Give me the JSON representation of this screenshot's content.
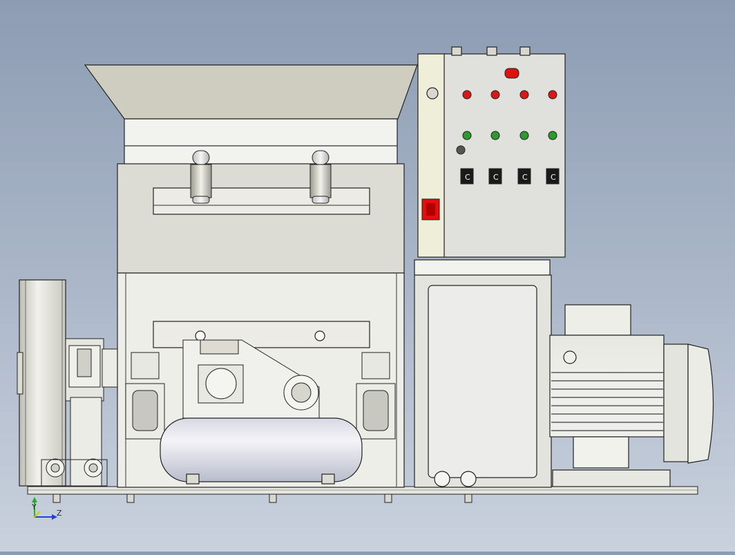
{
  "viewport": {
    "background_top": "#8d9cb3",
    "background_bottom": "#c9d1dd"
  },
  "colors": {
    "body_fill": "#e3e3dd",
    "hopper_fill": "#cfcdbf",
    "panel_fill": "#e0e0dc",
    "panel_side": "#efeed8",
    "indicator_red": "#d81818",
    "indicator_green": "#2c9a2c",
    "switch_red": "#e01010",
    "triad_x": "#d0d000",
    "triad_y": "#20b020",
    "triad_z": "#2040e0",
    "outline": "#222222"
  },
  "control_panel": {
    "red_lights": 4,
    "green_lights": 4,
    "switches": 4,
    "switch_glyph": "C"
  },
  "triad": {
    "y_label": "Y",
    "z_label": "Z"
  }
}
